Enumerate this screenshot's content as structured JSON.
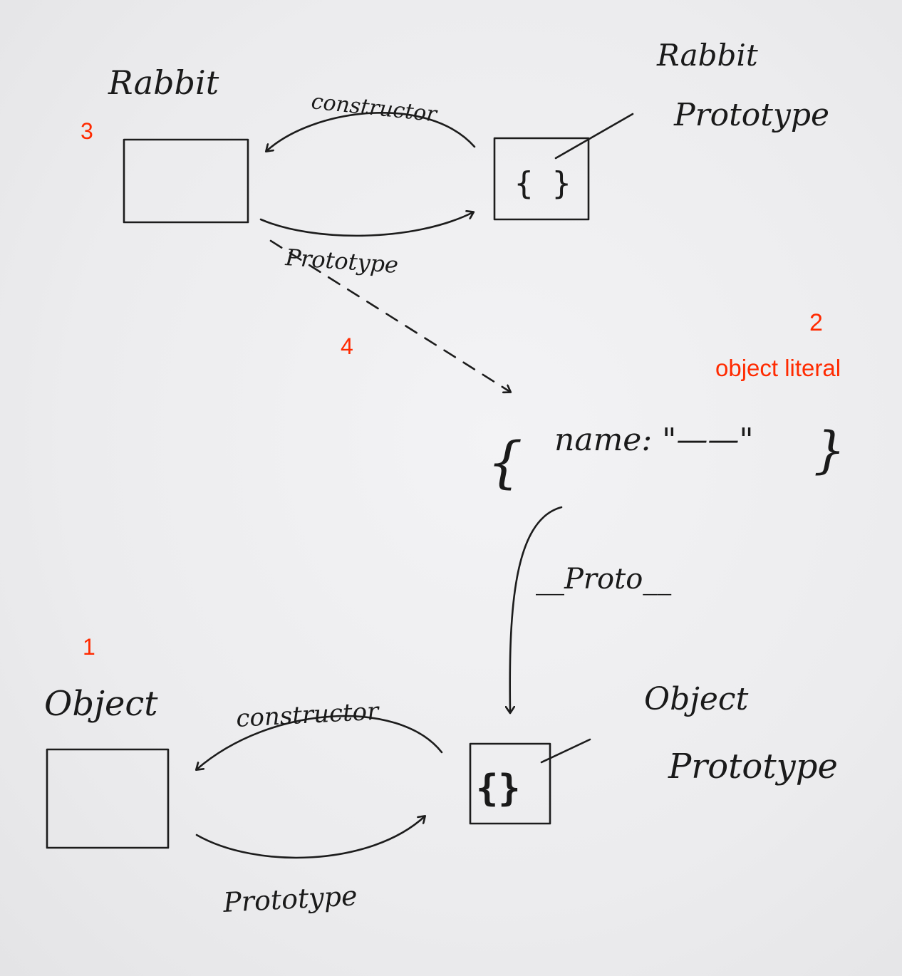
{
  "colors": {
    "ink": "#1c1c1c",
    "annotation": "#ff2a00",
    "paper": "#eeeef0"
  },
  "rabbit": {
    "title": "Rabbit",
    "constructor_label": "constructor",
    "prototype_label": "Prototype"
  },
  "rabbit_prototype": {
    "title_line1": "Rabbit",
    "title_line2": "Prototype",
    "content": "{ }"
  },
  "object_literal": {
    "content_open": "{",
    "content_body": "name: \"——\"",
    "content_close": "}",
    "proto_label": "__Proto__"
  },
  "object": {
    "title": "Object",
    "constructor_label": "constructor",
    "prototype_label": "Prototype"
  },
  "object_prototype": {
    "title_line1": "Object",
    "title_line2": "Prototype",
    "content": "{}"
  },
  "annotations": {
    "n1": "1",
    "n2": "2",
    "n2_caption": "object literal",
    "n3": "3",
    "n4": "4"
  }
}
